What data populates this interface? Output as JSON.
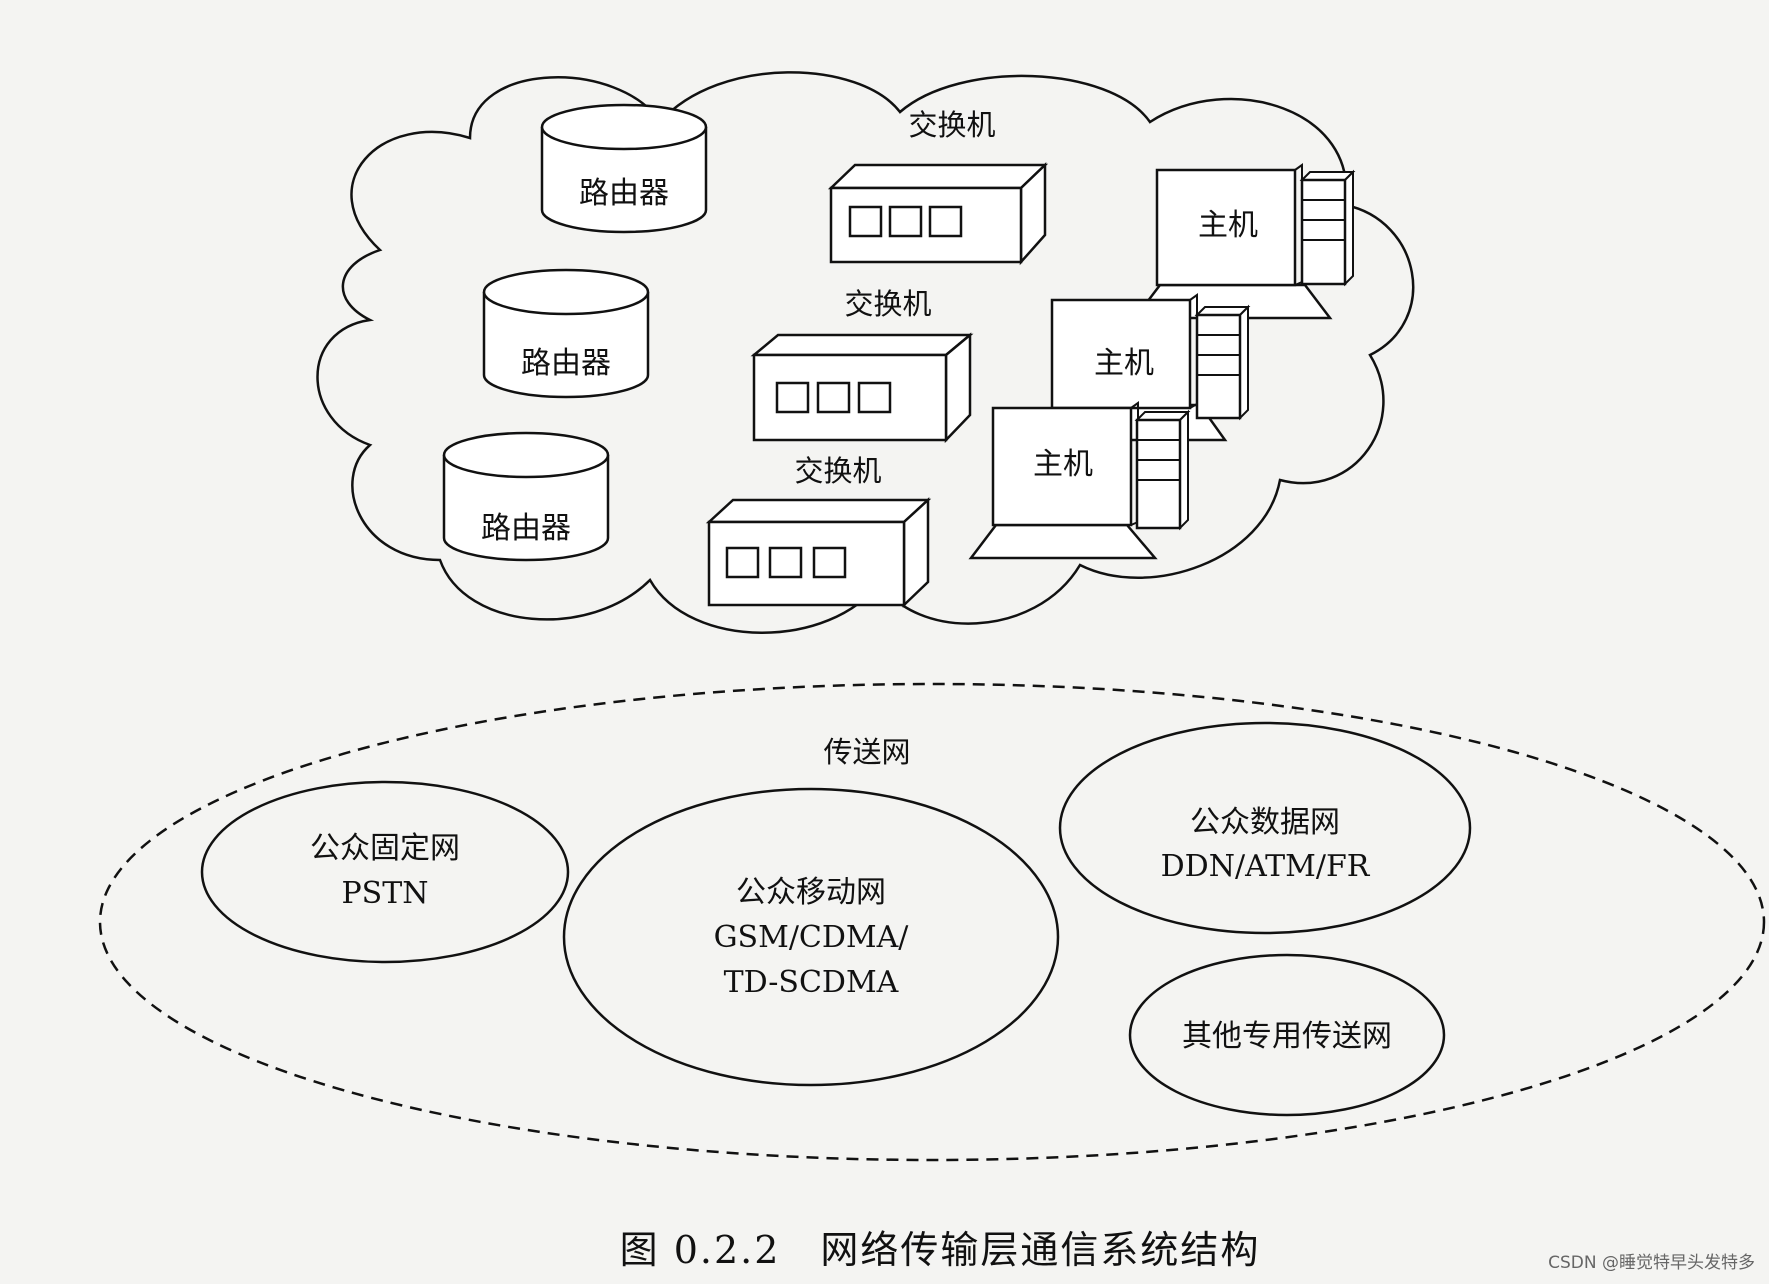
{
  "cloud": {
    "routers": [
      "路由器",
      "路由器",
      "路由器"
    ],
    "switches": [
      "交换机",
      "交换机",
      "交换机"
    ],
    "hosts": [
      "主机",
      "主机",
      "主机"
    ]
  },
  "transport": {
    "title": "传送网",
    "networks": {
      "fixed": {
        "name": "公众固定网",
        "tech": "PSTN"
      },
      "mobile": {
        "name": "公众移动网",
        "tech_line1": "GSM/CDMA/",
        "tech_line2": "TD-SCDMA"
      },
      "data": {
        "name": "公众数据网",
        "tech": "DDN/ATM/FR"
      },
      "other": {
        "name": "其他专用传送网"
      }
    }
  },
  "caption": "图 0.2.2　网络传输层通信系统结构",
  "watermark": "CSDN @睡觉特早头发特多"
}
